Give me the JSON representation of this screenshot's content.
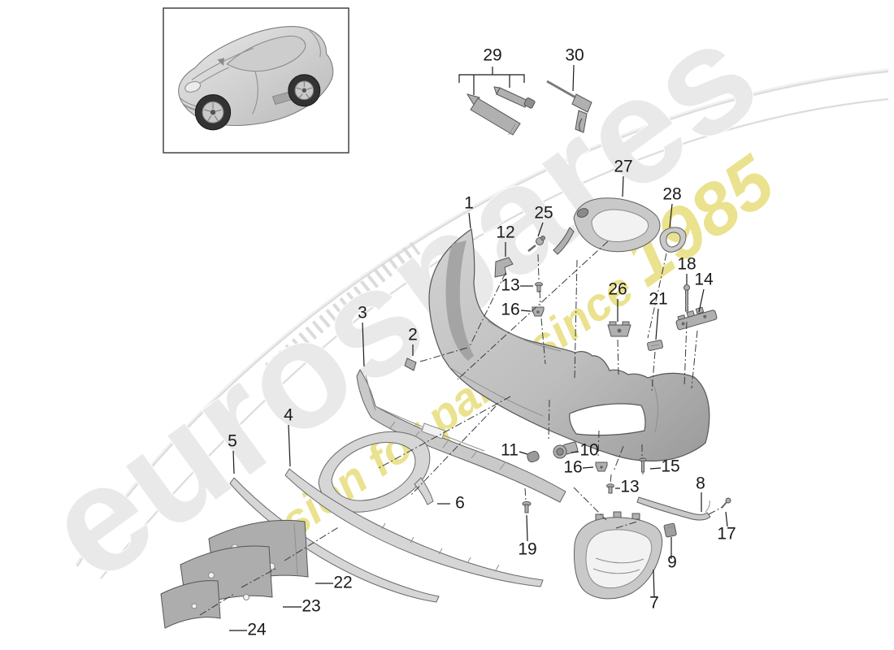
{
  "watermark": {
    "brand": "eurospares",
    "tagline": "a passion for parts since ",
    "year": "1985"
  },
  "thumbnail": {
    "icon": "porsche-sports-car-illustration"
  },
  "colors": {
    "line": "#1a1a1a",
    "part_fill": "#c9c9c9",
    "part_stroke": "#5f5f5f",
    "watermark_gray": "#e9e9e9",
    "watermark_yellow": "#e5dc72",
    "swoosh_edge": "#dcdcdc"
  },
  "callouts": [
    {
      "label": "1"
    },
    {
      "label": "2"
    },
    {
      "label": "3"
    },
    {
      "label": "4"
    },
    {
      "label": "5"
    },
    {
      "label": "6"
    },
    {
      "label": "7"
    },
    {
      "label": "8"
    },
    {
      "label": "9"
    },
    {
      "label": "10"
    },
    {
      "label": "11"
    },
    {
      "label": "12"
    },
    {
      "label": "13"
    },
    {
      "label": "13"
    },
    {
      "label": "14"
    },
    {
      "label": "15"
    },
    {
      "label": "16"
    },
    {
      "label": "16"
    },
    {
      "label": "17"
    },
    {
      "label": "18"
    },
    {
      "label": "19"
    },
    {
      "label": "21"
    },
    {
      "label": "22"
    },
    {
      "label": "23"
    },
    {
      "label": "24"
    },
    {
      "label": "25"
    },
    {
      "label": "26"
    },
    {
      "label": "27"
    },
    {
      "label": "28"
    },
    {
      "label": "29"
    },
    {
      "label": "30"
    }
  ]
}
